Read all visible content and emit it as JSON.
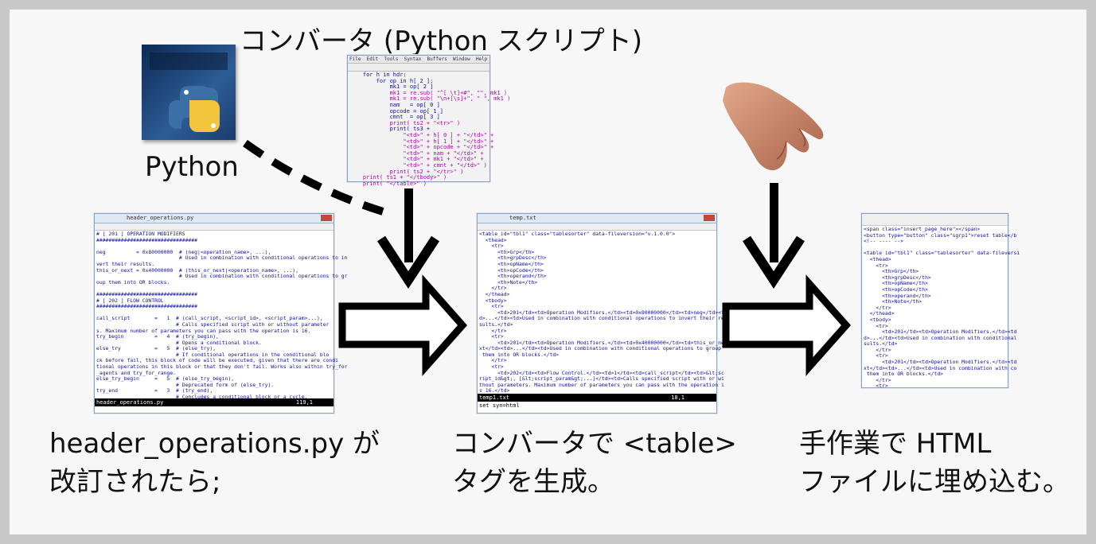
{
  "labels": {
    "converter_title": "コンバータ (Python スクリプト)",
    "python_label": "Python",
    "step1_line1": "header_operations.py が",
    "step1_line2": "改訂されたら;",
    "step2_line1": "コンバータで <table>",
    "step2_line2": "タグを生成。",
    "step3_line1": "手作業で HTML",
    "step3_line2": "ファイルに埋め込む。"
  },
  "windows": {
    "source": {
      "title": "header_operations.py",
      "status": "header_operations.py",
      "status_pos": "119,1",
      "lines": [
        "# [ 201 ] OPERATION MODIFIERS",
        "#################################",
        "",
        "neg          = 0x80000000  # (neg|<operation_name>, ...),",
        "                           # Used in combination with conditional operations to in",
        "vert their results.",
        "this_or_next = 0x40000000  # (this_or_next|<operation_name>, ...),",
        "                           # Used in combination with conditional operations to gr",
        "oup them into OR blocks.",
        "",
        "#################################",
        "# [ 202 ] FLOW CONTROL",
        "#################################",
        "",
        "call_script        =   1  # (call_script, <script_id>, <script_param>...),",
        "                          # Calls specified script with or without parameter",
        "s. Maximum number of parameters you can pass with the operation is 16.",
        "try_begin          =   4  # (try_begin),",
        "                          # Opens a conditional block.",
        "else_try           =   5  # (else_try),",
        "                          # If conditional operations in the conditional blo",
        "ck before fail, this block of code will be executed, given that there are condi",
        "tional operations in this block or that they don't fail. Works also within try_for",
        "_agents and try_for_range.",
        "else_try_begin     =   5  # (else_try_begin),",
        "                          # Deprecated form of (else_try).",
        "try_end            =   3  # (try_end),",
        "                          # Concludes a conditional block or a cycle."
      ]
    },
    "converter": {
      "menu": "File  Edit  Tools  Syntax  Buffers  Window  Help",
      "lines": [
        "    for h in hdr:",
        "        for op in h[ 2 ]:",
        "            mk1 = op[ 2 ]",
        "            mk1 = re.sub( \"^[ \\t]+#\", \"\", mk1 )",
        "            mk1 = re.sub( \"\\n+[\\s]+\", \" \", mk1 )",
        "            nam   = op[ 0 ]",
        "            opcode = op[ 1 ]",
        "            cmnt  = op[ 3 ]",
        "            print( ts2 + \"<tr>\" )",
        "            print( ts3 +",
        "                \"<td>\" + h[ 0 ] + \"</td>\" +",
        "                \"<td>\" + h[ 1 ] + \"</td>\" +",
        "                \"<td>\" + opcode + \"</td>\" +",
        "                \"<td>\" + nam + \"</td>\" +",
        "                \"<td>\" + mk1 + \"</td>\" +",
        "                \"<td>\" + cmnt + \"</td>\" )",
        "            print( ts2 + \"</tr>\" )",
        "    print( ts1 + \"</tbody>\" )",
        "    print( \"</table>\" )"
      ]
    },
    "output": {
      "title": "temp.txt",
      "status": "temp1.txt",
      "status_pos": "18,1",
      "cmdline": "set syn=html",
      "lines": [
        "<table id=\"tbl1\" class=\"tablesorter\" data-fileversion=\"v.1.0.0\">",
        "  <thead>",
        "    <tr>",
        "      <th>Grp</th>",
        "      <th>grpDesc</th>",
        "      <th>opName</th>",
        "      <th>opCode</th>",
        "      <th>operand</th>",
        "      <th>Note</th>",
        "    </tr>",
        "  </thead>",
        "  <tbody>",
        "    <tr>",
        "      <td>201</td><td>Operation Modifiers.</td><td>0x80000000</td><td>neg</td><t",
        "d>...</td><td>Used in combination with conditional operations to invert their re",
        "sults.</td>",
        "    </tr>",
        "    <tr>",
        "      <td>201</td><td>Operation Modifiers.</td><td>0x40000000</td><td>this_or_ne",
        "xt</td><td>...</td><td>Used in combination with conditional operations to group",
        " them into OR blocks.</td>",
        "    </tr>",
        "    <tr>",
        "      <td>202</td><td>Flow Control.</td><td>1</td><td>call_script</td><td>&lt;sc",
        "ript_id&gt;, [&lt;script_param&gt;...]</td><td>Calls specified script with or wi",
        "thout parameters. Maximum number of parameters you can pass with the operation i",
        "s 16.</td>",
        "    </tr>"
      ]
    },
    "final": {
      "lines": [
        "<span class=\"insert_page_here\"></span>",
        "<button type=\"button\" class=\"sgrp1\">reset table</b",
        "<!-- ---- -->",
        "",
        "<table id=\"tbl1\" class=\"tablesorter\" data-fileversi",
        "  <thead>",
        "    <tr>",
        "      <th>Grp</th>",
        "      <th>grpDesc</th>",
        "      <th>opName</th>",
        "      <th>opCode</th>",
        "      <th>operand</th>",
        "      <th>Note</th>",
        "    </tr>",
        "  </thead>",
        "  <tbody>",
        "    <tr>",
        "      <td>201</td><td>Operation Modifiers.</td><td",
        "d>...</td><td>Used in combination with conditional",
        "sults.</td>",
        "    </tr>",
        "    <tr>",
        "      <td>201</td><td>Operation Modifiers.</td><td",
        "xt</td><td>...</td><td>Used in combination with co",
        " them into OR blocks.</td>",
        "    </tr>",
        "    <tr>"
      ]
    }
  },
  "icons": {
    "python_logo": "python-logo-icon",
    "hand": "hand-icon"
  },
  "colors": {
    "background": "#f7f7f7",
    "border": "#c8c8c8",
    "code_text": "#1010a0",
    "code_magenta": "#b000b0",
    "python_blue": "#3b6fa6",
    "python_yellow": "#f2c53d"
  }
}
